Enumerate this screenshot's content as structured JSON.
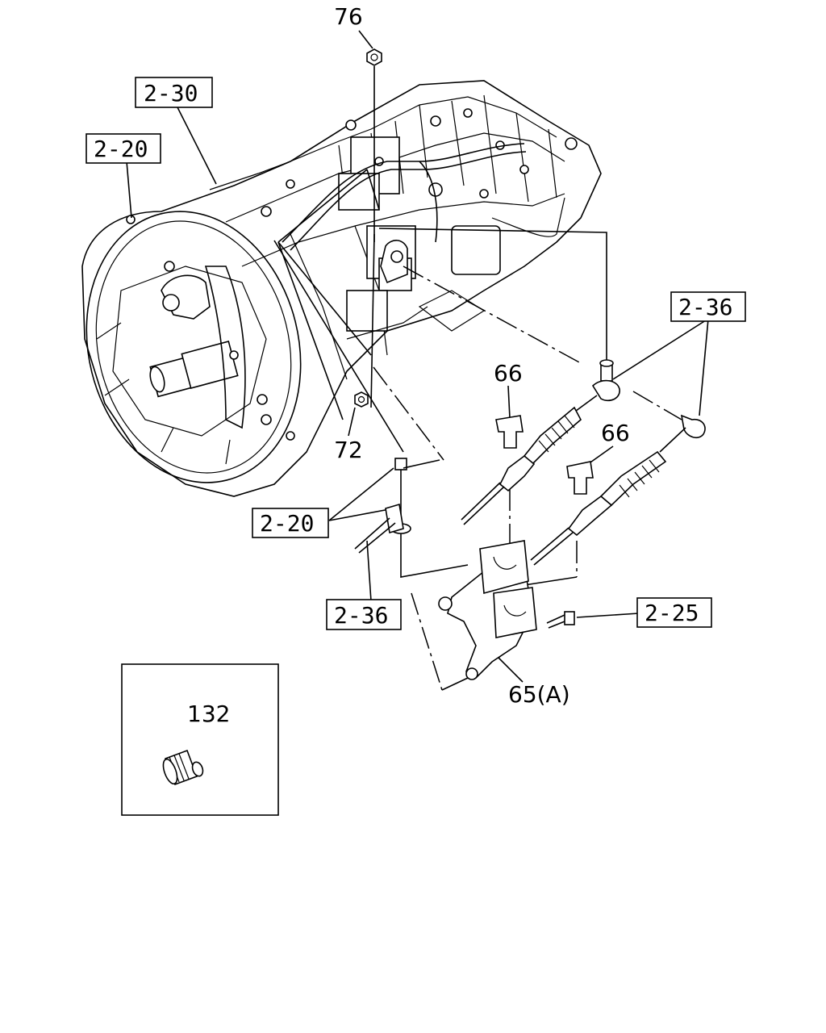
{
  "parts": {
    "p76": "76",
    "p72": "72",
    "p66a": "66",
    "p66b": "66",
    "p65": "65(A)",
    "p132": "132"
  },
  "refs": {
    "r230": "2-30",
    "r220a": "2-20",
    "r220b": "2-20",
    "r236a": "2-36",
    "r236b": "2-36",
    "r225": "2-25"
  }
}
